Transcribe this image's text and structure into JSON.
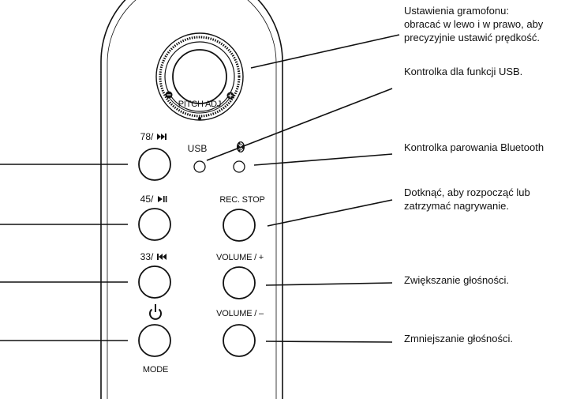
{
  "callouts": {
    "pitch_line1": "Ustawienia gramofonu:",
    "pitch_line2": "obracać w lewo i w prawo, aby",
    "pitch_line3": "precyzyjnie ustawić prędkość.",
    "usb": "Kontrolka dla funkcji USB.",
    "bluetooth": "Kontrolka parowania Bluetooth",
    "rec_line1": "Dotknąć, aby rozpocząć lub",
    "rec_line2": "zatrzymać nagrywanie.",
    "vol_up": "Zwiększanie głośności.",
    "vol_down": "Zmniejszanie głośności."
  },
  "remote": {
    "knob_label": "PITCH ADJ",
    "usb_label": "USB",
    "bt_symbol": "bluetooth",
    "btn_78": "78/",
    "btn_45": "45/",
    "btn_33": "33/",
    "rec_stop": "REC. STOP",
    "volume_up": "VOLUME / +",
    "volume_down": "VOLUME / –",
    "mode": "MODE",
    "power_symbol": "power"
  },
  "colors": {
    "ink": "#111111",
    "background": "#ffffff"
  }
}
